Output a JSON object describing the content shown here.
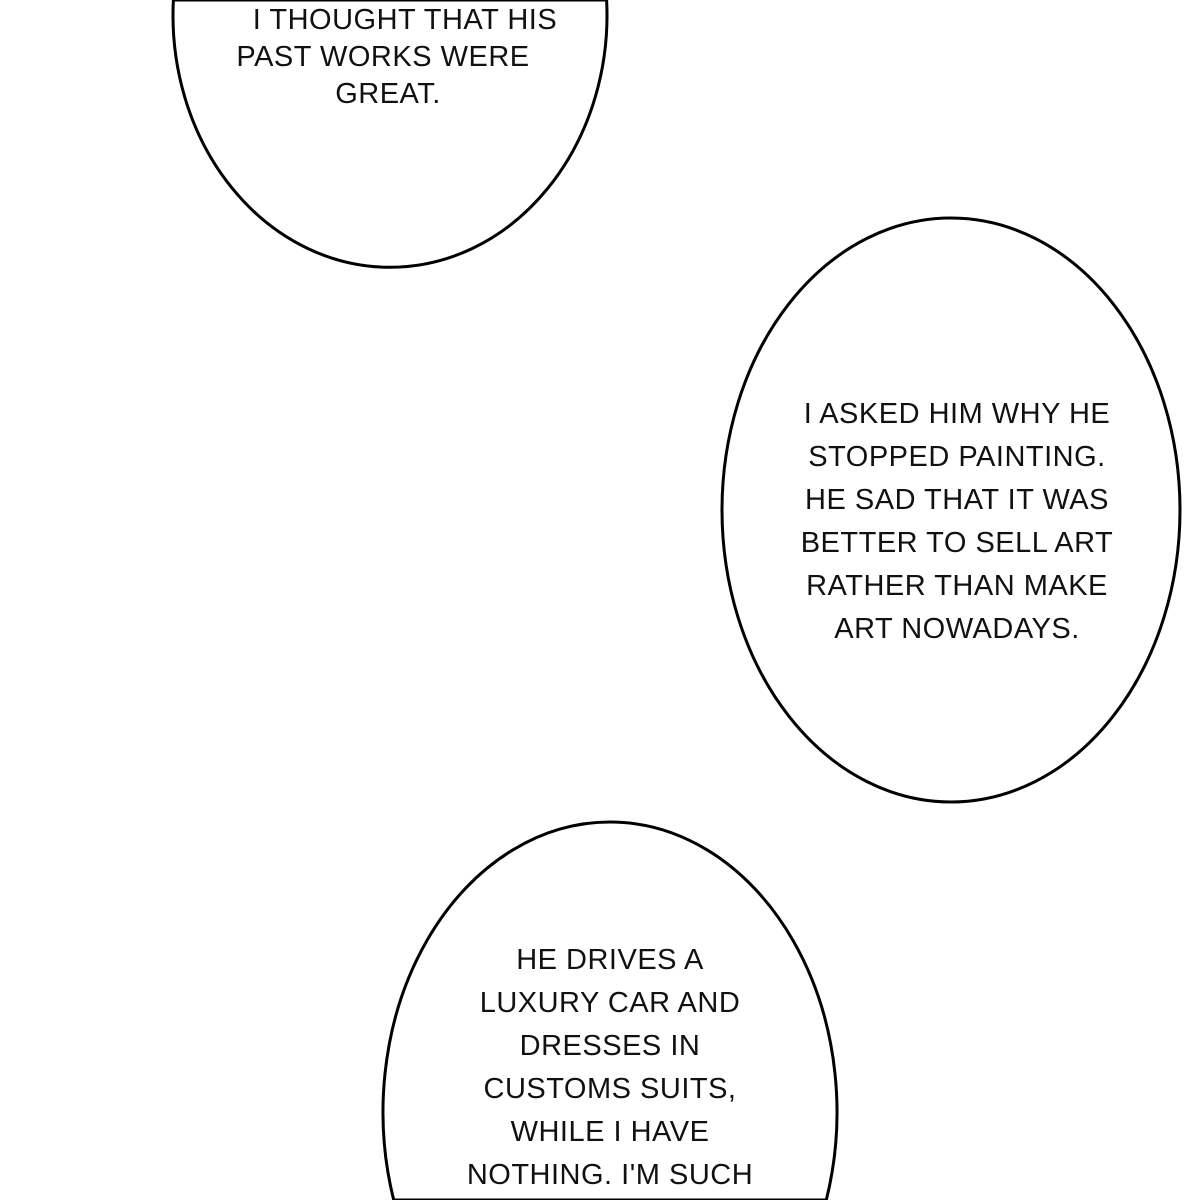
{
  "bubbles": [
    {
      "lines": [
        "I THOUGHT THAT HIS",
        "PAST WORKS WERE",
        "GREAT."
      ]
    },
    {
      "lines": [
        "I ASKED HIM WHY HE",
        "STOPPED PAINTING.",
        "HE SAD THAT IT WAS",
        "BETTER TO SELL ART",
        "RATHER THAN MAKE",
        "ART NOWADAYS."
      ]
    },
    {
      "lines": [
        "HE DRIVES A",
        "LUXURY CAR AND",
        "DRESSES IN",
        "CUSTOMS SUITS,",
        "WHILE I HAVE",
        "NOTHING. I'M SUCH"
      ]
    }
  ]
}
